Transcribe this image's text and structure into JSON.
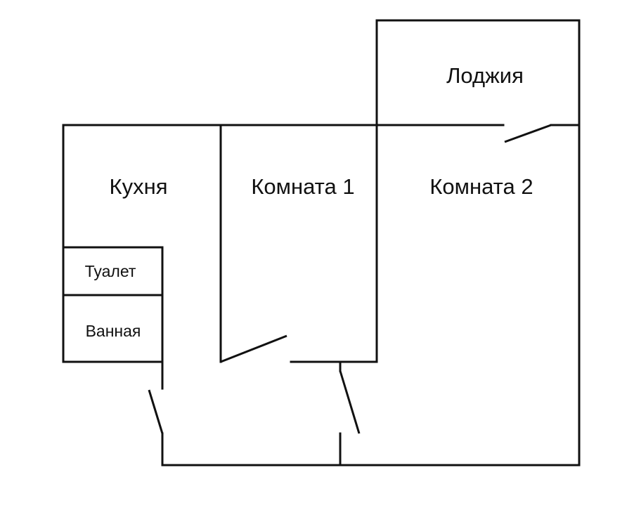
{
  "rooms": {
    "loggia": "Лоджия",
    "kitchen": "Кухня",
    "room1": "Комната 1",
    "room2": "Комната 2",
    "toilet": "Туалет",
    "bathroom": "Ванная"
  }
}
